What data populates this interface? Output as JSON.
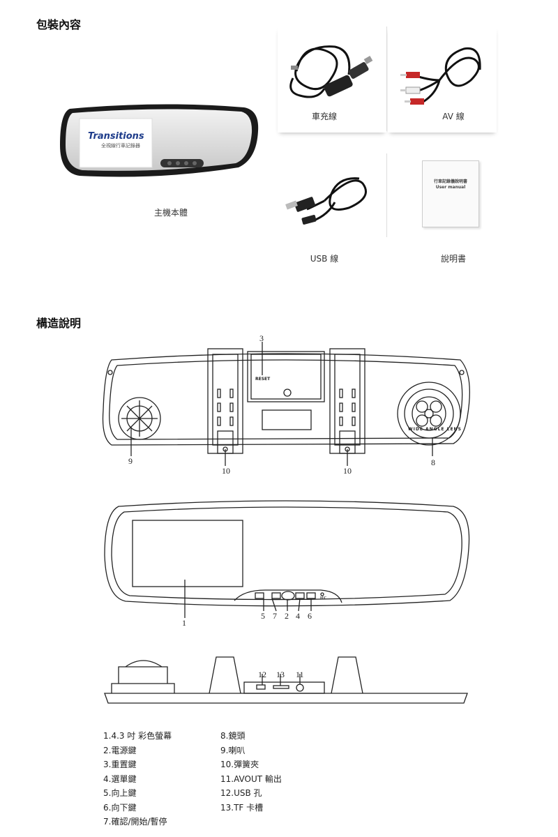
{
  "section1": {
    "title": "包裝內容",
    "items": {
      "main_unit": "主機本體",
      "car_charger": "車充線",
      "av_cable": "AV 線",
      "usb_cable": "USB 線",
      "manual": "說明書"
    },
    "brand": {
      "name": "Transitions",
      "subtitle": "全視線行車記錄器"
    },
    "manual_cover": {
      "line1": "行車記錄儀說明書",
      "line2": "User manual"
    }
  },
  "section2": {
    "title": "構造說明",
    "diagram_labels": {
      "reset": "RESET",
      "wide_angle": "WIDE ANGLE LENS",
      "mic": "MIC",
      "n1": "1",
      "n2": "2",
      "n3": "3",
      "n4": "4",
      "n5": "5",
      "n6": "6",
      "n7": "7",
      "n8": "8",
      "n9": "9",
      "n10a": "10",
      "n10b": "10",
      "n11": "11",
      "n12": "12",
      "n13": "13"
    },
    "legend_left": [
      "1.4.3 吋 彩色螢幕",
      "2.電源鍵",
      "3.重置鍵",
      "4.選單鍵",
      "5.向上鍵",
      "6.向下鍵",
      "7.確認/開始/暫停"
    ],
    "legend_right": [
      "8.鏡頭",
      "9.喇叭",
      "10.彈簧夾",
      "11.AVOUT 輸出",
      "12.USB 孔",
      "13.TF 卡槽"
    ]
  }
}
